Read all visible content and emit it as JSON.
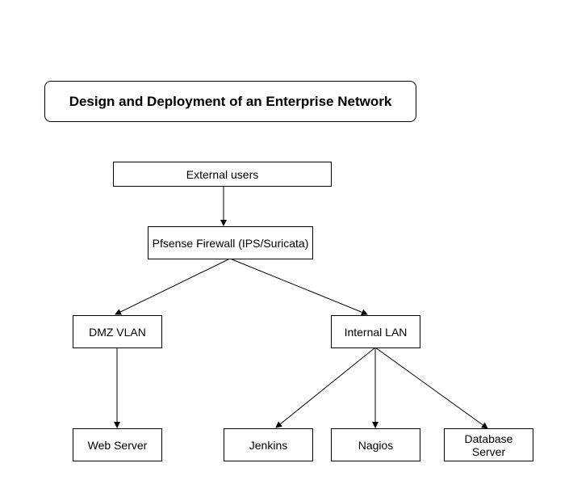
{
  "title": "Design and Deployment of an Enterprise Network",
  "nodes": {
    "external_users": "External users",
    "firewall": "Pfsense Firewall (IPS/Suricata)",
    "dmz_vlan": "DMZ VLAN",
    "internal_lan": "Internal LAN",
    "web_server": "Web Server",
    "jenkins": "Jenkins",
    "nagios": "Nagios",
    "database_server_line1": "Database",
    "database_server_line2": "Server"
  },
  "edges": [
    {
      "from": "External users",
      "to": "Pfsense Firewall (IPS/Suricata)"
    },
    {
      "from": "Pfsense Firewall (IPS/Suricata)",
      "to": "DMZ VLAN"
    },
    {
      "from": "Pfsense Firewall (IPS/Suricata)",
      "to": "Internal LAN"
    },
    {
      "from": "DMZ VLAN",
      "to": "Web Server"
    },
    {
      "from": "Internal LAN",
      "to": "Jenkins"
    },
    {
      "from": "Internal LAN",
      "to": "Nagios"
    },
    {
      "from": "Internal LAN",
      "to": "Database Server"
    }
  ],
  "colors": {
    "line": "#000000",
    "background": "#ffffff"
  }
}
